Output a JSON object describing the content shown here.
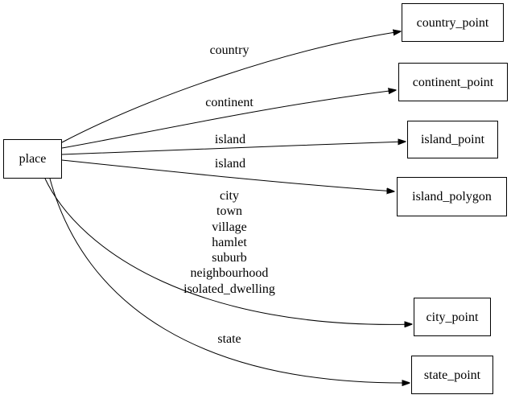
{
  "diagram": {
    "type": "directed-graph",
    "background": "#ffffff",
    "colors": {
      "node_border": "#000000",
      "node_fill": "#ffffff",
      "edge": "#000000",
      "text": "#000000"
    },
    "nodes": [
      {
        "id": "place",
        "label": "place"
      },
      {
        "id": "country_point",
        "label": "country_point"
      },
      {
        "id": "continent_point",
        "label": "continent_point"
      },
      {
        "id": "island_point",
        "label": "island_point"
      },
      {
        "id": "island_polygon",
        "label": "island_polygon"
      },
      {
        "id": "city_point",
        "label": "city_point"
      },
      {
        "id": "state_point",
        "label": "state_point"
      }
    ],
    "edges": [
      {
        "from": "place",
        "to": "country_point",
        "label": "country"
      },
      {
        "from": "place",
        "to": "continent_point",
        "label": "continent"
      },
      {
        "from": "place",
        "to": "island_point",
        "label": "island"
      },
      {
        "from": "place",
        "to": "island_polygon",
        "label": "island"
      },
      {
        "from": "place",
        "to": "city_point",
        "label_lines": [
          "city",
          "town",
          "village",
          "hamlet",
          "suburb",
          "neighbourhood",
          "isolated_dwelling"
        ]
      },
      {
        "from": "place",
        "to": "state_point",
        "label": "state"
      }
    ]
  }
}
